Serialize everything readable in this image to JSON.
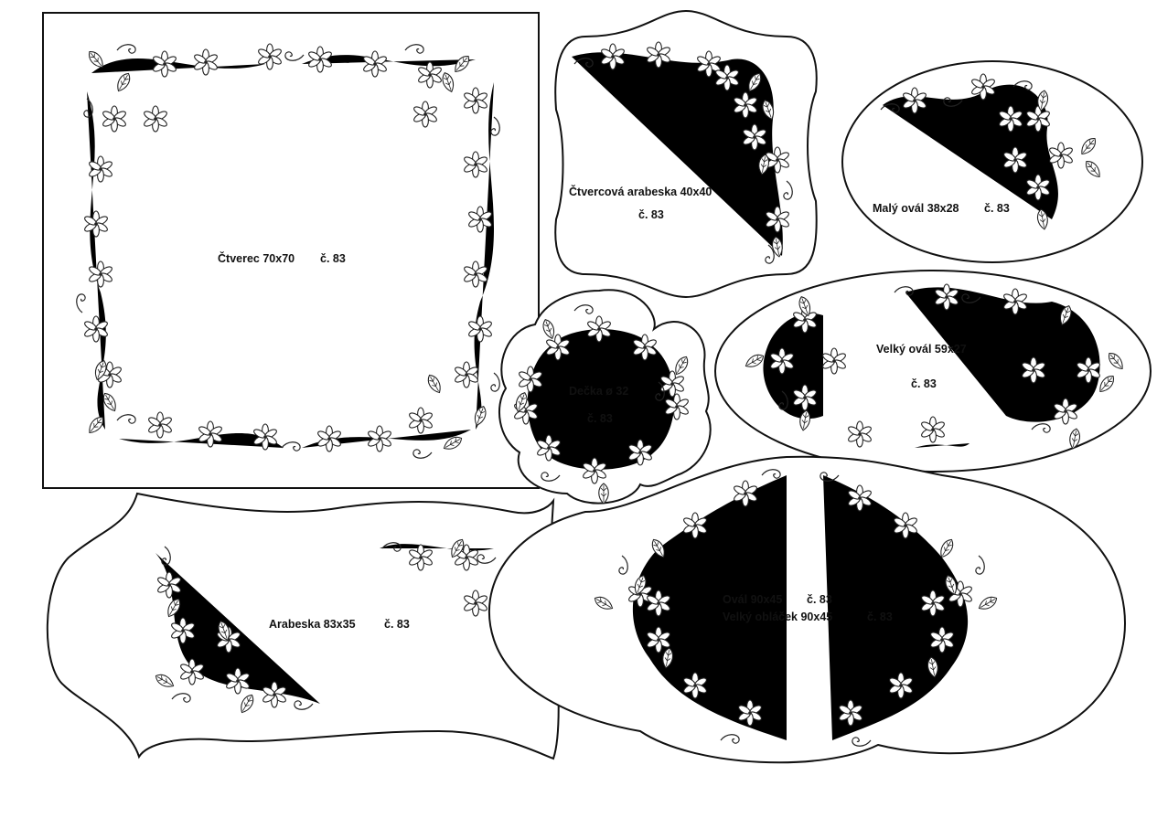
{
  "pattern_sheet": {
    "pieces": [
      {
        "id": "ctverec",
        "name": "Čtverec 70x70",
        "code": "č. 83"
      },
      {
        "id": "ctvercova-arabeska",
        "name": "Čtvercová arabeska 40x40",
        "code": "č. 83"
      },
      {
        "id": "maly-oval",
        "name": "Malý ovál 38x28",
        "code": "č. 83"
      },
      {
        "id": "decka",
        "name": "Dečka ø 32",
        "code": "č. 83"
      },
      {
        "id": "velky-oval",
        "name": "Velký ovál 59x27",
        "code": "č. 83"
      },
      {
        "id": "arabeska",
        "name": "Arabeska 83x35",
        "code": "č. 83"
      },
      {
        "id": "oval",
        "name": "Ovál 90x45",
        "code": "č. 83"
      },
      {
        "id": "velky-oblacek",
        "name": "Velký obláček 90x45",
        "code": "č. 83"
      }
    ]
  },
  "colors": {
    "line": "#111111",
    "paper": "#ffffff"
  },
  "motif_icons": [
    "flower-icon",
    "leaf-icon",
    "scroll-vine-icon"
  ]
}
